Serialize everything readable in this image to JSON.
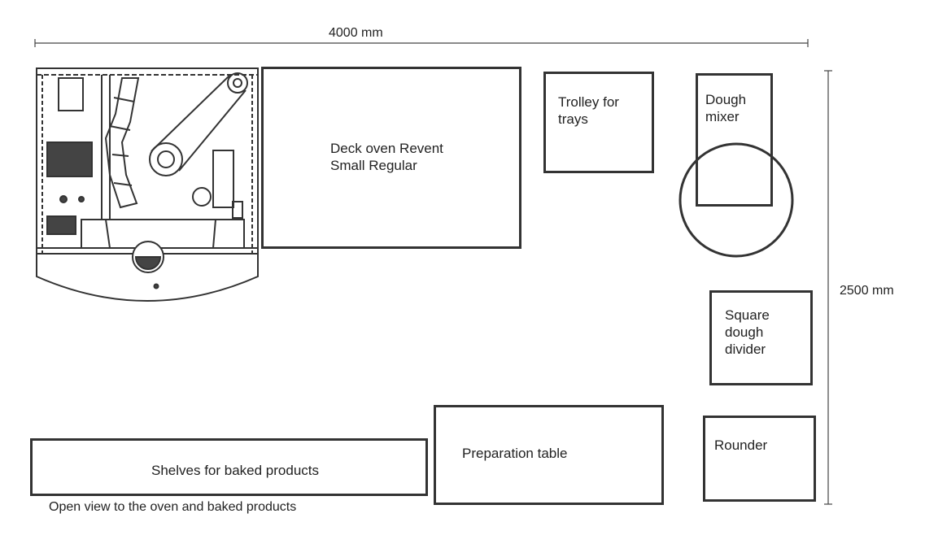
{
  "dimensions": {
    "width_label": "4000 mm",
    "height_label": "2500 mm"
  },
  "equipment": {
    "deck_oven": "Deck oven Revent\nSmall Regular",
    "trolley": "Trolley for\ntrays",
    "dough_mixer": "Dough\nmixer",
    "dough_divider": "Square\ndough\ndivider",
    "rounder": "Rounder",
    "prep_table": "Preparation table",
    "shelves": "Shelves for baked products"
  },
  "note": "Open view to the oven and baked products"
}
